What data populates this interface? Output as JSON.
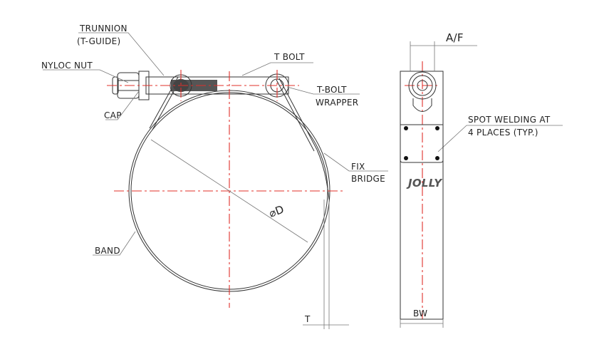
{
  "labels": {
    "trunnion": "TRUNNION",
    "t_guide": "(T-GUIDE)",
    "nyloc_nut": "NYLOC NUT",
    "cap": "CAP",
    "t_bolt": "T BOLT",
    "t_bolt_wrapper_1": "T-BOLT",
    "t_bolt_wrapper_2": "WRAPPER",
    "fix_bridge_1": "FIX",
    "fix_bridge_2": "BRIDGE",
    "diameter": "⌀D",
    "band": "BAND",
    "thickness": "T",
    "af": "A/F",
    "spot_welding_1": "SPOT WELDING AT",
    "spot_welding_2": "4 PLACES (TYP.)",
    "bw": "BW",
    "logo": "JOLLY"
  },
  "colors": {
    "centerline": "#e0302a",
    "line": "#333333"
  }
}
